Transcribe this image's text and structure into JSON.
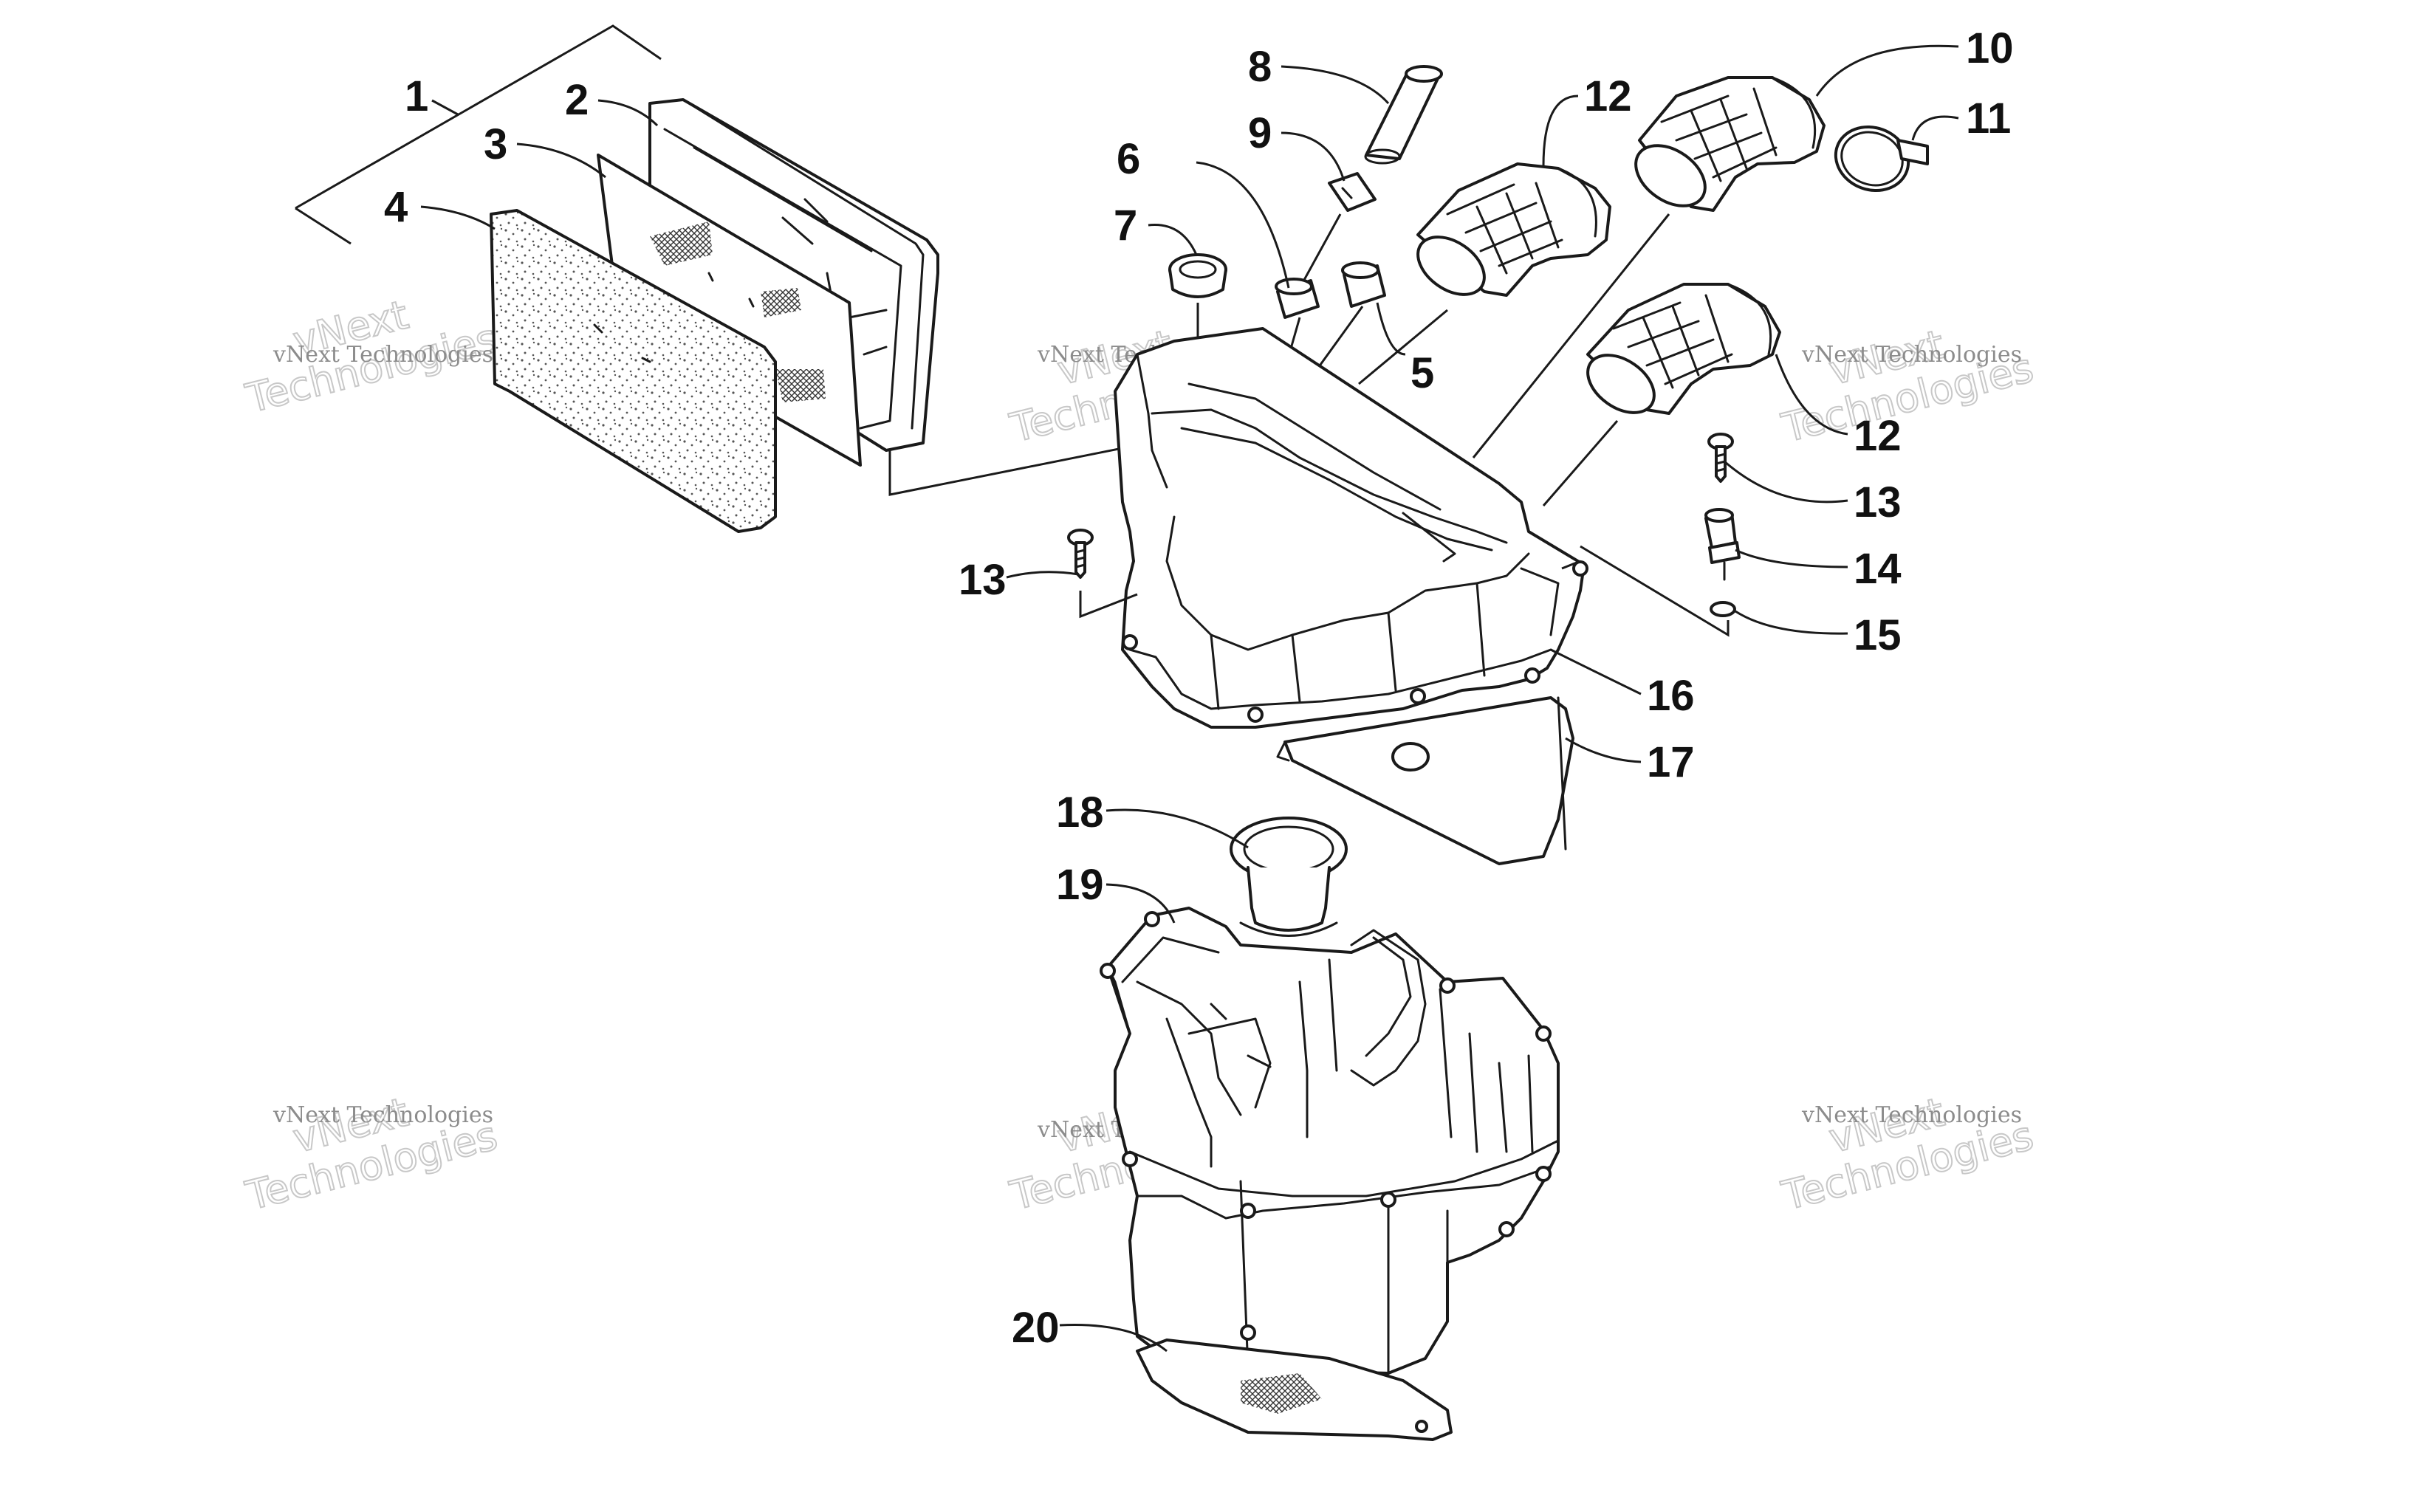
{
  "callouts": {
    "c1": "1",
    "c2": "2",
    "c3": "3",
    "c4": "4",
    "c5": "5",
    "c6": "6",
    "c7": "7",
    "c8": "8",
    "c9": "9",
    "c10": "10",
    "c11": "11",
    "c12a": "12",
    "c12b": "12",
    "c13a": "13",
    "c13b": "13",
    "c14": "14",
    "c15": "15",
    "c16": "16",
    "c17": "17",
    "c18": "18",
    "c19": "19",
    "c20": "20"
  },
  "watermark": {
    "small": "vNext Technologies",
    "line1": "vNext",
    "line2": "Technologies"
  }
}
